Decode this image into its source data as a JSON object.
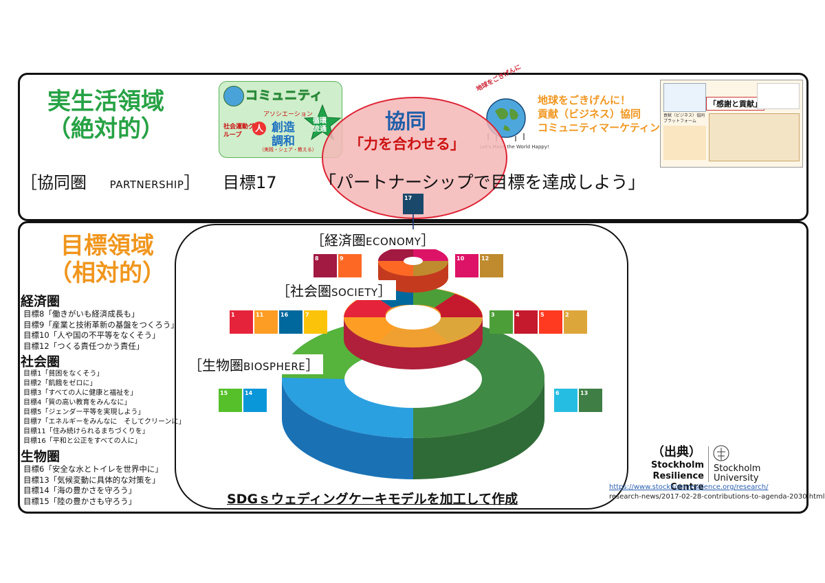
{
  "top_panel": {
    "title_line1": "実生活領域",
    "title_line2": "（絶対的）",
    "community_card": {
      "heading": "コミュニティ",
      "left_group": "社会運動グループ",
      "person_char": "人",
      "assoc_label": "アソシエーション",
      "sozo": "創造",
      "chowa": "調和",
      "practice": "（実践・シェア・教える）",
      "star_line1": "循環",
      "star_line2": "流通"
    },
    "kyodo_title": "協同",
    "kyodo_sub": "「力を合わせる」",
    "globe_arc": "地球をごきげんに",
    "globe_caption": "Let's Make the World Happy!",
    "orange_line1": "地球をごきげんに！",
    "orange_line2": "貢献（ビジネス）協同",
    "orange_line3": "コミュニティマーケティング",
    "platform_title": "「感謝と貢献」",
    "platform_sub": "貢献（ビジネス）協同プラットフォーム",
    "partnership_label": "協同圏",
    "partnership_en": "PARTNERSHIP",
    "goal17_label": "目標17",
    "goal17_text": "「パートナーシップで目標を達成しよう」"
  },
  "bottom_panel": {
    "title_line1": "目標領域",
    "title_line2": "（相対的）",
    "economy_head": "経済圏",
    "economy_items": [
      "目標8「働きがいも経済成長も」",
      "目標9「産業と技術革新の基盤をつくろう」",
      "目標10「人や国の不平等をなくそう」",
      "目標12「つくる責任つかう責任」"
    ],
    "society_head": "社会圏",
    "society_items": [
      "目標1「貧困をなくそう」",
      "目標2「飢餓をゼロに」",
      "目標3「すべての人に健康と福祉を」",
      "目標4「質の高い教育をみんなに」",
      "目標5「ジェンダー平等を実現しよう」",
      "目標7「エネルギーをみんなに　そしてクリーンに」",
      "目標11「住み続けられるまちづくりを」",
      "目標16「平和と公正をすべての人に」"
    ],
    "biosphere_head": "生物圏",
    "biosphere_items": [
      "目標6「安全な水とトイレを世界中に」",
      "目標13「気候変動に具体的な対策を」",
      "目標14「海の豊かさを守ろう」",
      "目標15「陸の豊かさも守ろう」"
    ],
    "economy_tag": "経済圏",
    "economy_tag_en": "ECONOMY",
    "society_tag": "社会圏",
    "society_tag_en": "SOCIETY",
    "biosphere_tag": "生物圏",
    "biosphere_tag_en": "BIOSPHERE",
    "caption": "SDGｓウェディングケーキモデルを加工して作成",
    "source_label": "（出典）",
    "src_line1": "Stockholm",
    "src_line2": "Resilience Centre",
    "univ_line1": "Stockholm",
    "univ_line2": "University",
    "url_line1": "https://www.stockholmresilience.org/research/",
    "url_line2": "research-news/2017-02-28-contributions-to-agenda-2030.html"
  },
  "sdg_icons": {
    "g17": "17",
    "economy_left": [
      {
        "num": "8",
        "color": "#a21942"
      },
      {
        "num": "9",
        "color": "#fd6925"
      }
    ],
    "economy_right": [
      {
        "num": "10",
        "color": "#dd1367"
      },
      {
        "num": "12",
        "color": "#bf8b2e"
      }
    ],
    "society_left": [
      {
        "num": "1",
        "color": "#e5243b"
      },
      {
        "num": "11",
        "color": "#fd9d24"
      },
      {
        "num": "16",
        "color": "#00689d"
      },
      {
        "num": "7",
        "color": "#fcc30b"
      }
    ],
    "society_right": [
      {
        "num": "3",
        "color": "#4c9f38"
      },
      {
        "num": "4",
        "color": "#c5192d"
      },
      {
        "num": "5",
        "color": "#ff3a21"
      },
      {
        "num": "2",
        "color": "#dda63a"
      }
    ],
    "bio_left": [
      {
        "num": "15",
        "color": "#56c02b"
      },
      {
        "num": "14",
        "color": "#0a97d9"
      }
    ],
    "bio_right": [
      {
        "num": "6",
        "color": "#26bde2"
      },
      {
        "num": "13",
        "color": "#3f7e44"
      }
    ]
  },
  "colors": {
    "green": "#27a245",
    "orange": "#f0961e",
    "bio_blue": "#1f8fd4",
    "bio_green": "#3f7e44",
    "kyodo_fill": "#f4b6b6"
  }
}
